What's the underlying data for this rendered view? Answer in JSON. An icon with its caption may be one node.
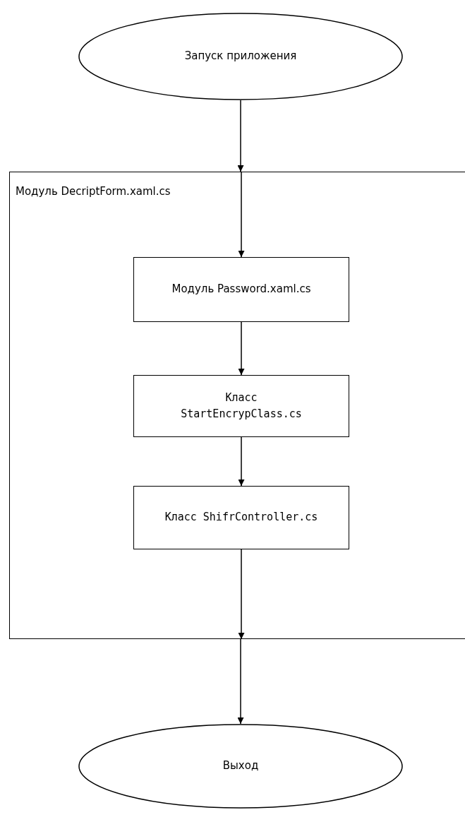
{
  "diagram": {
    "nodes": [
      {
        "text": [
          "Запуск приложения"
        ]
      },
      {
        "text": [
          "Модуль DecriptForm.xaml.cs"
        ]
      },
      {
        "text": [
          "Модуль Password.xaml.cs"
        ],
        "in": 1
      },
      {
        "text": [
          "Класс StartEncrypClass.cs"
        ],
        "in": 1
      },
      {
        "text": [
          "Класс ShifrController.cs"
        ],
        "in": 1
      },
      {
        "text": [
          "Выход"
        ]
      }
    ],
    "edges": [
      {
        "from": 0,
        "to": 1,
        "arrow": "to"
      },
      {
        "from": 1,
        "to": 2,
        "arrow": "to"
      },
      {
        "from": 2,
        "to": 3,
        "arrow": "to"
      },
      {
        "from": 3,
        "to": 4,
        "arrow": "to"
      },
      {
        "from": 4,
        "to": 1,
        "arrow": "to"
      },
      {
        "from": 1,
        "to": 5,
        "arrow": "to"
      }
    ]
  }
}
